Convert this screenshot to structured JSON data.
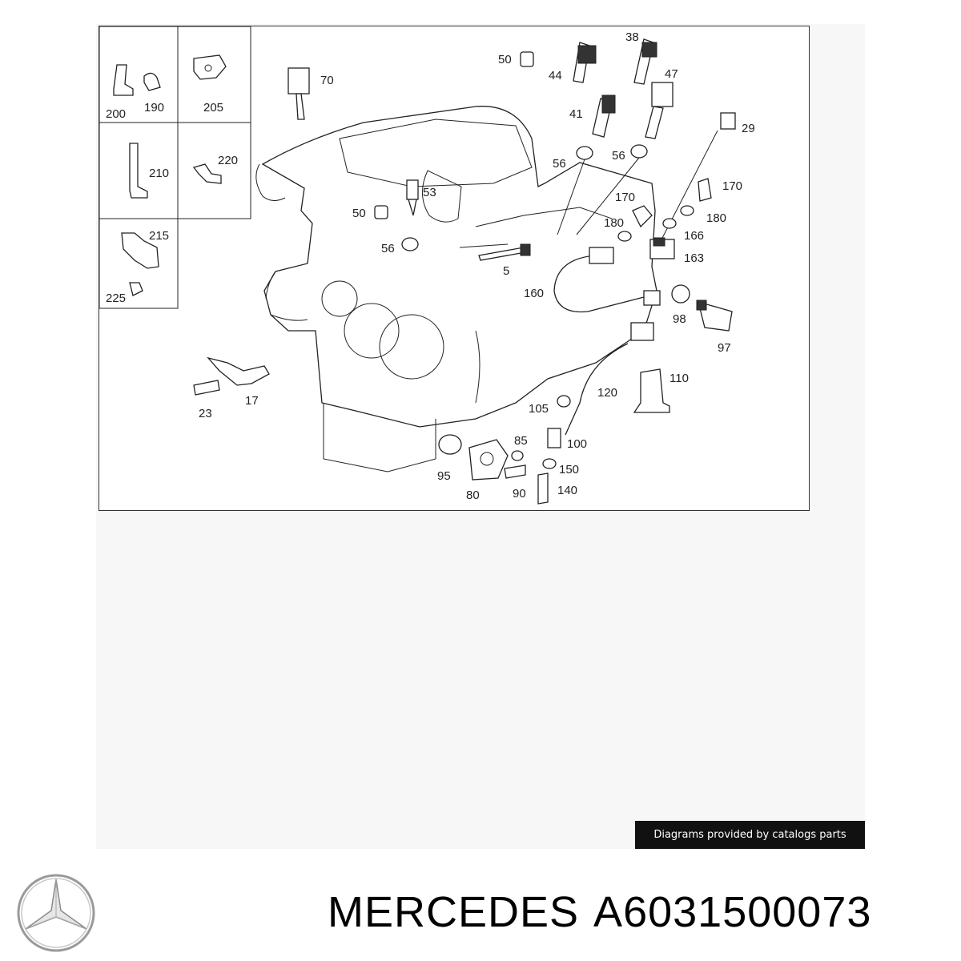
{
  "diagram": {
    "callouts": {
      "c200": "200",
      "c190": "190",
      "c205": "205",
      "c210": "210",
      "c220": "220",
      "c215": "215",
      "c225": "225",
      "c70": "70",
      "c50a": "50",
      "c44": "44",
      "c38": "38",
      "c47": "47",
      "c41": "41",
      "c29": "29",
      "c56a": "56",
      "c56b": "56",
      "c53": "53",
      "c50b": "50",
      "c56c": "56",
      "c5": "5",
      "c170a": "170",
      "c170b": "170",
      "c180a": "180",
      "c180b": "180",
      "c166": "166",
      "c163": "163",
      "c160": "160",
      "c98": "98",
      "c97": "97",
      "c110": "110",
      "c120": "120",
      "c105": "105",
      "c100": "100",
      "c85": "85",
      "c95": "95",
      "c80": "80",
      "c90": "90",
      "c150": "150",
      "c140": "140",
      "c23": "23",
      "c17": "17"
    }
  },
  "credit": {
    "text": "Diagrams provided by catalogs parts"
  },
  "footer": {
    "brand": "MERCEDES",
    "part_number": "A6031500073"
  },
  "logo": {
    "icon": "mercedes-star-icon",
    "color": "#9a9a9a"
  }
}
